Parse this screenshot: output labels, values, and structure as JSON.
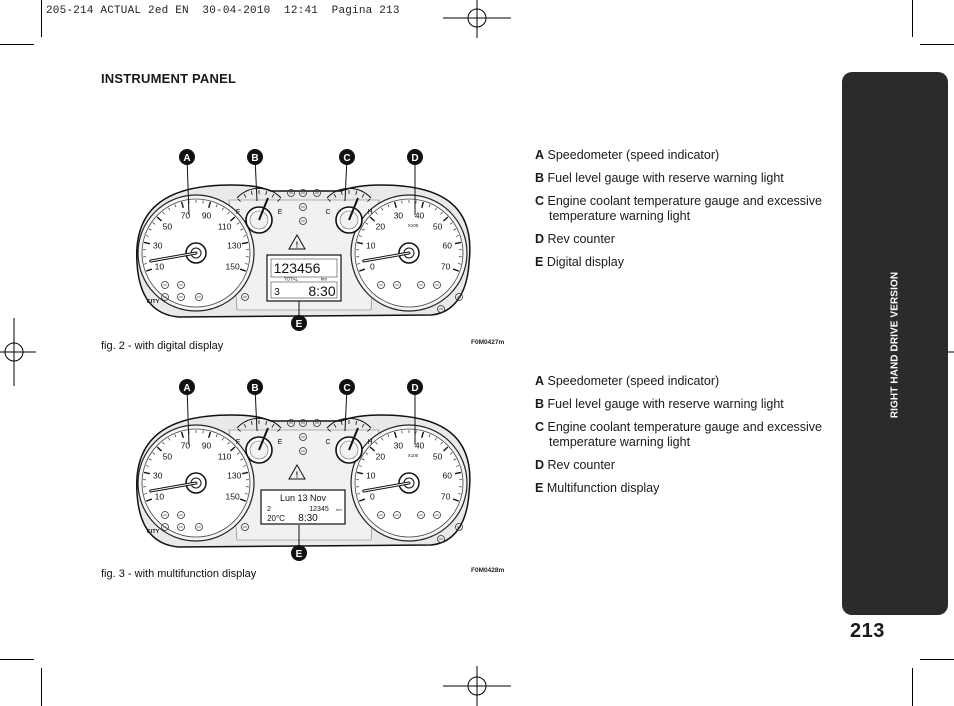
{
  "print_header": "205-214 ACTUAL 2ed EN  30-04-2010  12:41  Pagina 213",
  "section_title": "INSTRUMENT PANEL",
  "side_tab": "RIGHT HAND DRIVE VERSION",
  "page_number": "213",
  "figures": [
    {
      "caption": "fig. 2 - with digital display",
      "code": "F0M0427m",
      "callouts": [
        "A",
        "B",
        "C",
        "D",
        "E"
      ],
      "display": {
        "odometer": "123456",
        "total_label": "TOTAL",
        "unit": "km",
        "gear": "3",
        "clock": "8:30"
      },
      "legend": [
        {
          "letter": "A",
          "text": "Speedometer (speed indicator)"
        },
        {
          "letter": "B",
          "text": "Fuel level gauge with reserve warning light"
        },
        {
          "letter": "C",
          "text": "Engine coolant temperature gauge and excessive",
          "cont": "temperature warning light"
        },
        {
          "letter": "D",
          "text": "Rev counter"
        },
        {
          "letter": "E",
          "text": "Digital display"
        }
      ]
    },
    {
      "caption": "fig. 3 - with multifunction display",
      "code": "F0M0428m",
      "callouts": [
        "A",
        "B",
        "C",
        "D",
        "E"
      ],
      "display": {
        "date": "Lun 13 Nov",
        "gear": "2",
        "odometer": "12345",
        "unit": "km",
        "temperature": "20°C",
        "clock": "8:30"
      },
      "legend": [
        {
          "letter": "A",
          "text": "Speedometer (speed indicator)"
        },
        {
          "letter": "B",
          "text": "Fuel level gauge with reserve warning light"
        },
        {
          "letter": "C",
          "text": "Engine coolant temperature gauge and excessive",
          "cont": "temperature warning light"
        },
        {
          "letter": "D",
          "text": "Rev counter"
        },
        {
          "letter": "E",
          "text": "Multifunction display"
        }
      ]
    }
  ],
  "gauge_labels": {
    "speed_major": [
      "10",
      "30",
      "50",
      "70",
      "90",
      "110",
      "130",
      "150"
    ],
    "rev_major": [
      "0",
      "10",
      "20",
      "30",
      "40",
      "50",
      "60",
      "70"
    ],
    "rev_unit": "X100",
    "fuel_letters": [
      "F",
      "E"
    ],
    "temp_letters": [
      "C",
      "H"
    ],
    "city": "CITY"
  }
}
